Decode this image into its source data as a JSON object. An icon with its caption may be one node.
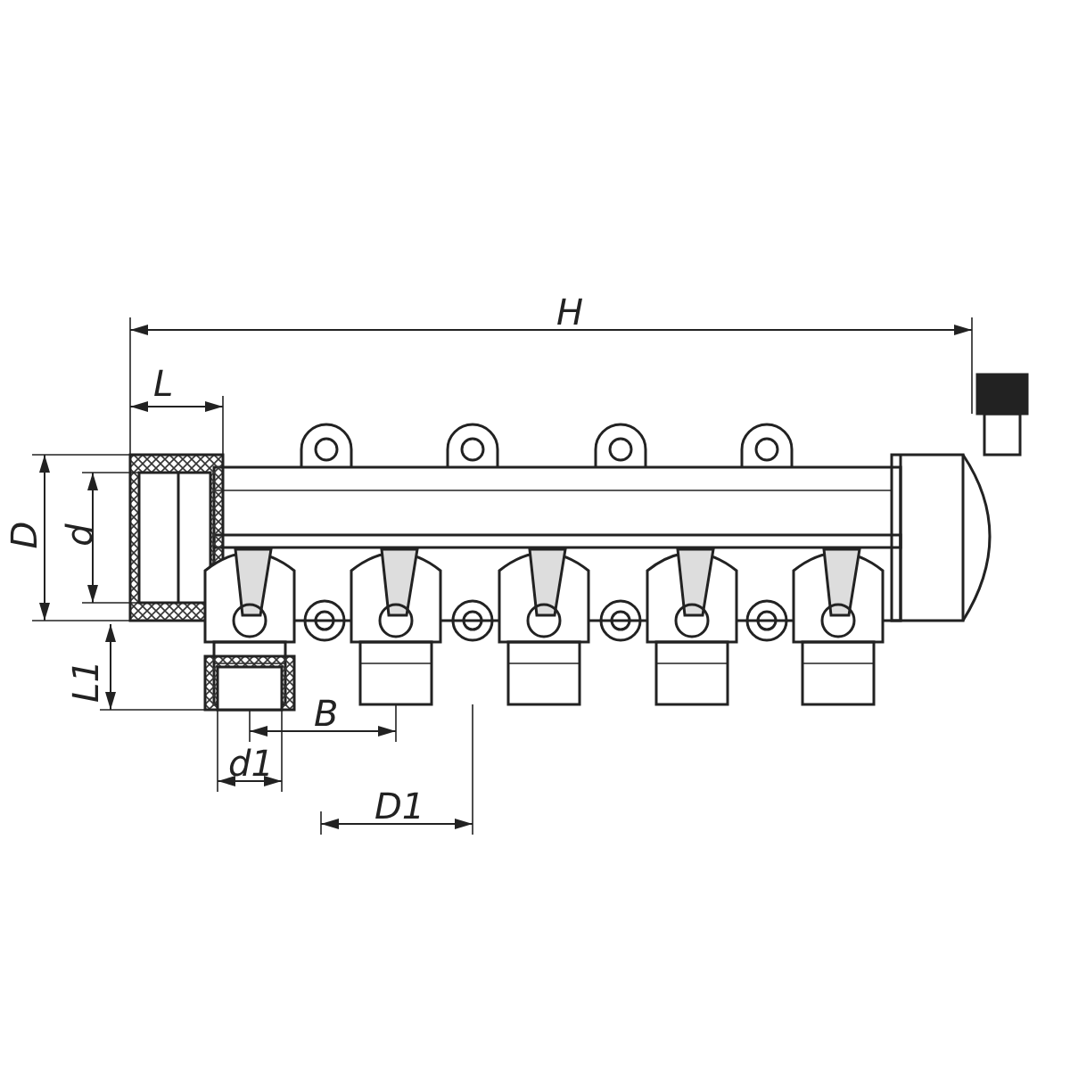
{
  "diagram": {
    "labels": [
      "H",
      "L",
      "D",
      "d",
      "L1",
      "B",
      "d1",
      "D1"
    ]
  }
}
